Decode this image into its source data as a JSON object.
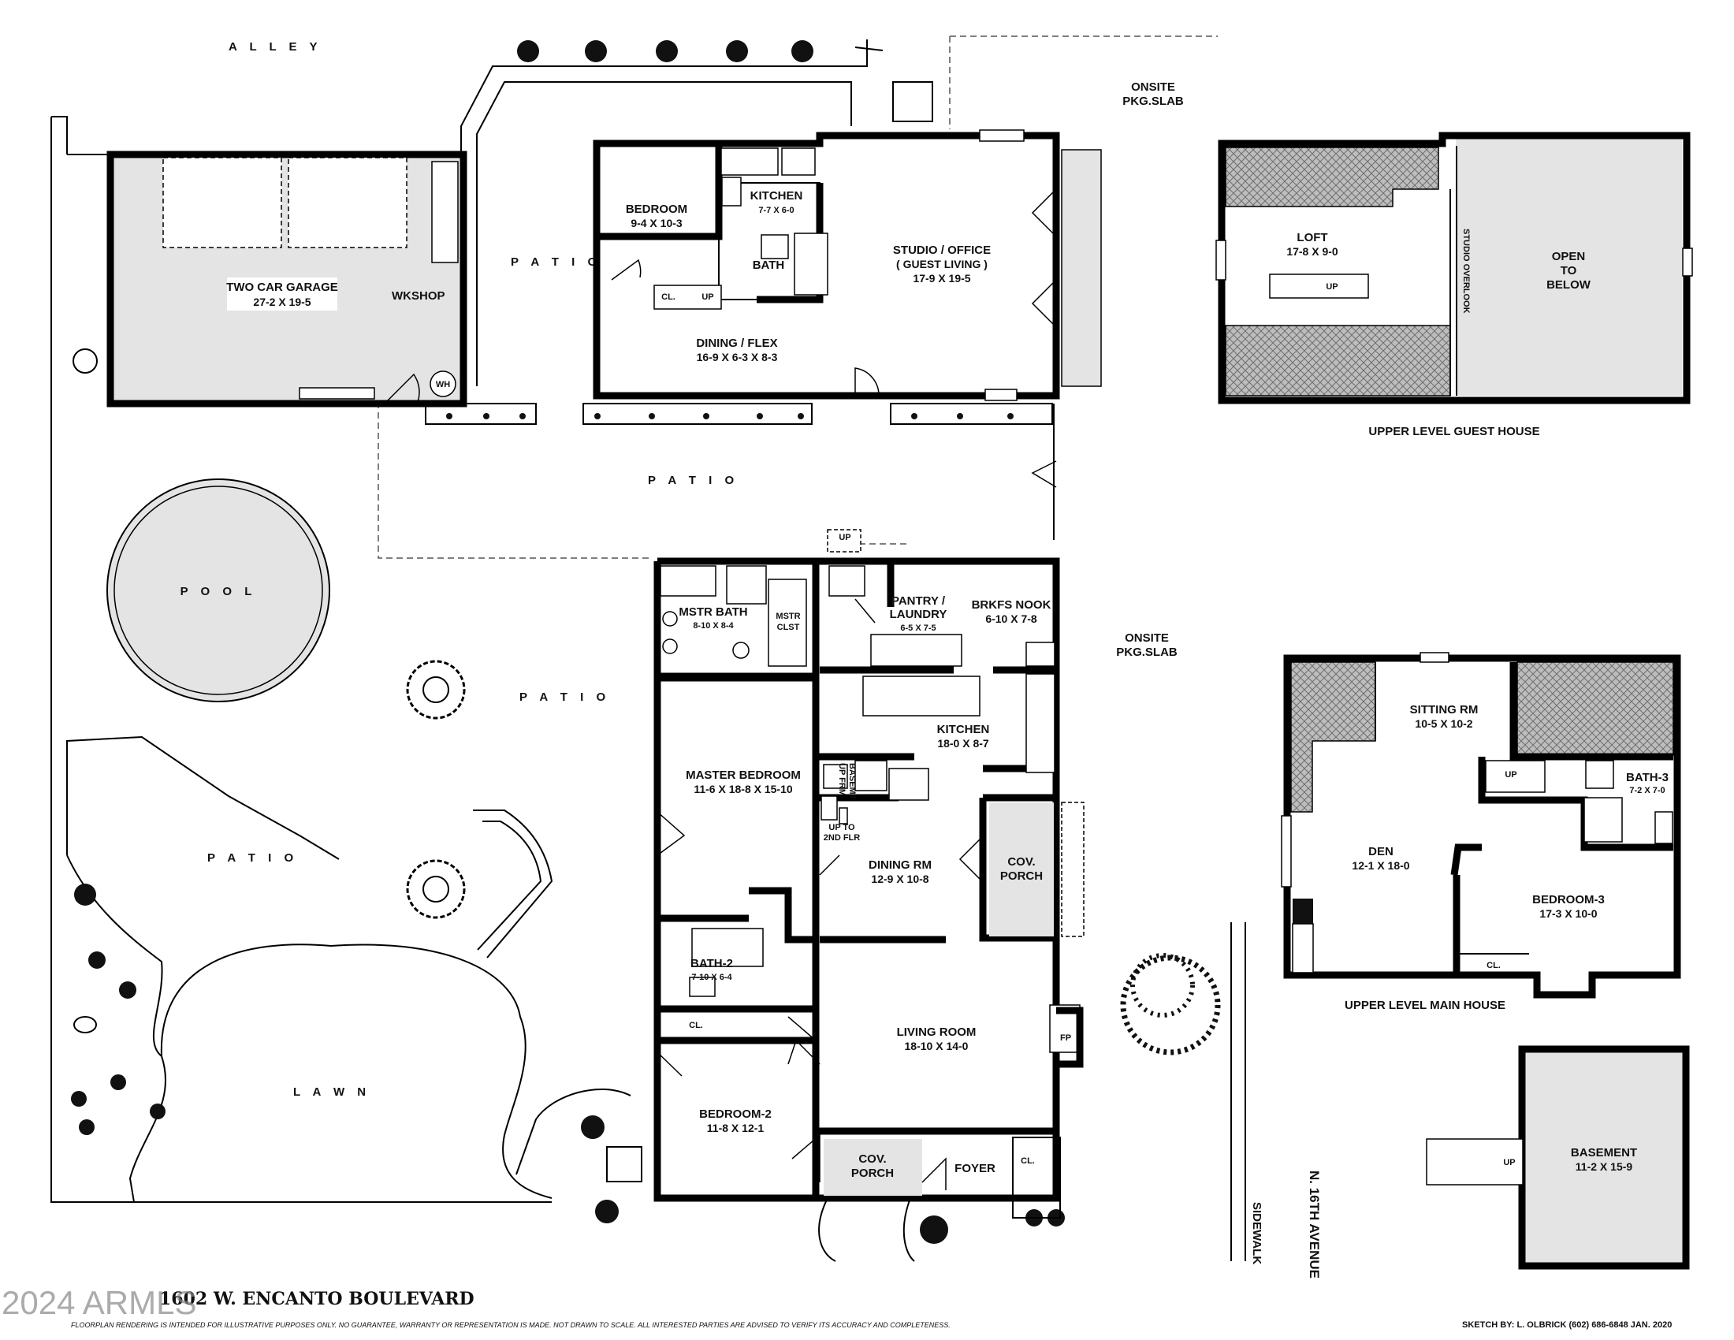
{
  "address": "1602 W. ENCANTO BOULEVARD",
  "watermark": "2024 ARMLS",
  "disclaimer": "FLOORPLAN RENDERING IS INTENDED FOR ILLUSTRATIVE PURPOSES ONLY.  NO GUARANTEE, WARRANTY OR REPRESENTATION IS MADE.  NOT DRAWN TO SCALE.  ALL INTERESTED PARTIES ARE ADVISED TO VERIFY ITS ACCURACY AND COMPLETENESS.",
  "sketch_credit": "SKETCH BY:   L. OLBRICK   (602) 686-6848  JAN. 2020",
  "site": {
    "alley": "A L L E Y",
    "pool": "P O O L",
    "lawn": "L  A  W  N",
    "patio": "P A T I O",
    "sidewalk": "SIDEWALK",
    "street": "N.  16TH  AVENUE",
    "onsite_line1": "ONSITE",
    "onsite_line2": "PKG.SLAB"
  },
  "rooms": {
    "garage_name": "TWO CAR GARAGE",
    "garage_dim": "27-2  X  19-5",
    "wkshop": "WKSHOP",
    "wh": "WH",
    "gh_bedroom": "BEDROOM",
    "gh_bedroom_dim": "9-4 X 10-3",
    "gh_kitchen": "KITCHEN",
    "gh_kitchen_dim": "7-7 X 6-0",
    "gh_bath": "BATH",
    "gh_cl": "CL.",
    "up": "UP",
    "studio_name": "STUDIO / OFFICE",
    "studio_sub": "( GUEST LIVING )",
    "studio_dim": "17-9  X  19-5",
    "dining_flex": "DINING / FLEX",
    "dining_flex_dim": "16-9 X 6-3 X 8-3",
    "mstr_bath": "MSTR BATH",
    "mstr_bath_dim": "8-10 X 8-4",
    "mstr_clst_1": "MSTR",
    "mstr_clst_2": "CLST",
    "pantry_1": "PANTRY /",
    "pantry_2": "LAUNDRY",
    "pantry_dim": "6-5 X 7-5",
    "brkfs": "BRKFS NOOK",
    "brkfs_dim": "6-10  X  7-8",
    "kitchen": "KITCHEN",
    "kitchen_dim": "18-0 X 8-7",
    "master_bed": "MASTER BEDROOM",
    "master_bed_dim": "11-6 X 18-8 X 15-10",
    "up_frm_1": "UP FRM",
    "up_frm_2": "BASEMT",
    "up_to_1": "UP TO",
    "up_to_2": "2ND FLR",
    "dining_rm": "DINING RM",
    "dining_rm_dim": "12-9 X 10-8",
    "cov_porch_1": "COV.",
    "cov_porch_2": "PORCH",
    "bath2": "BATH-2",
    "bath2_dim": "7-10 X 6-4",
    "cl": "CL.",
    "living": "LIVING ROOM",
    "living_dim": "18-10  X  14-0",
    "fp": "FP",
    "bed2": "BEDROOM-2",
    "bed2_dim": "11-8  X  12-1",
    "foyer": "FOYER"
  },
  "upper_guest": {
    "title": "UPPER LEVEL GUEST HOUSE",
    "loft": "LOFT",
    "loft_dim": "17-8 X 9-0",
    "open_1": "OPEN",
    "open_2": "TO",
    "open_3": "BELOW",
    "overlook": "STUDIO OVERLOOK",
    "up": "UP"
  },
  "upper_main": {
    "title": "UPPER LEVEL MAIN HOUSE",
    "sitting": "SITTING RM",
    "sitting_dim": "10-5 X 10-2",
    "bath3": "BATH-3",
    "bath3_dim": "7-2 X 7-0",
    "den": "DEN",
    "den_dim": "12-1 X 18-0",
    "bed3": "BEDROOM-3",
    "bed3_dim": "17-3  X  10-0",
    "cl": "CL.",
    "up": "UP"
  },
  "basement": {
    "name": "BASEMENT",
    "dim": "11-2 X 15-9",
    "up": "UP"
  }
}
